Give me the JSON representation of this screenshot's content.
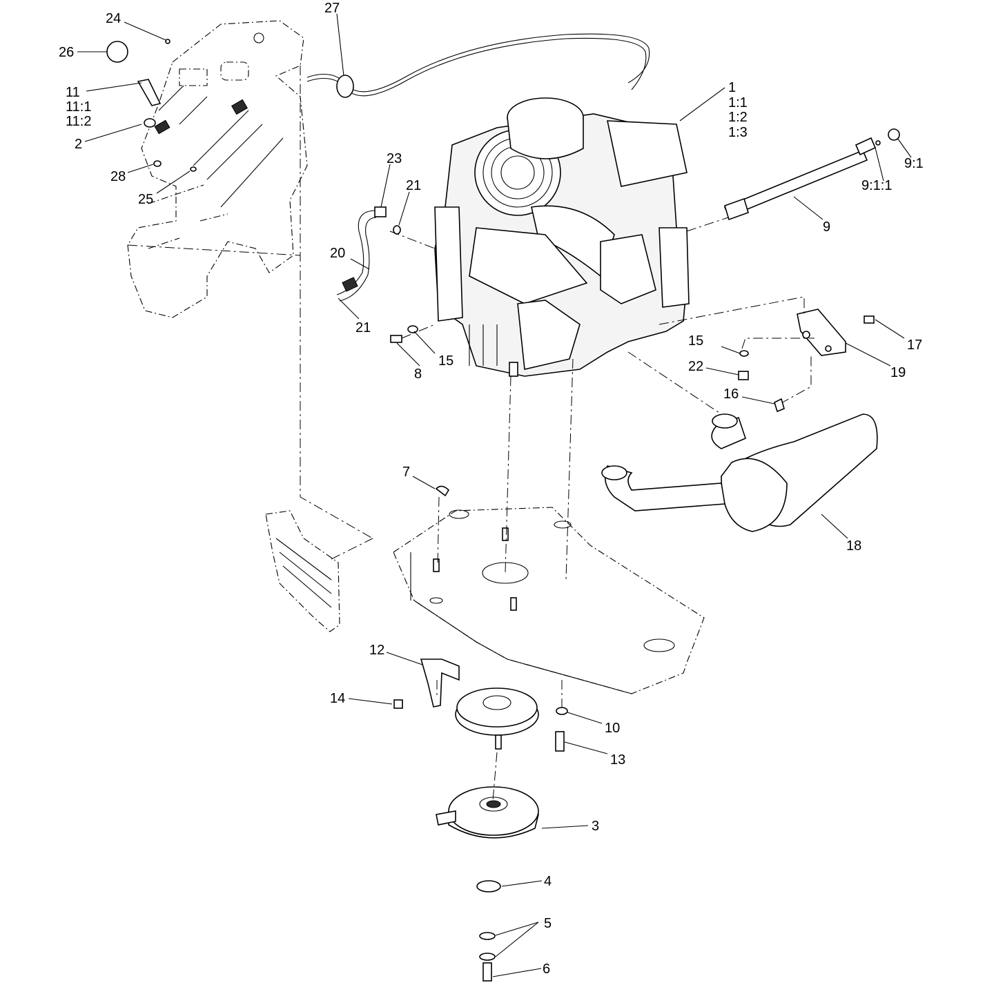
{
  "callouts": [
    {
      "id": "c1",
      "lines": [
        "1",
        "1:1",
        "1:2",
        "1:3"
      ]
    },
    {
      "id": "c2",
      "lines": [
        "2"
      ]
    },
    {
      "id": "c3",
      "lines": [
        "3"
      ]
    },
    {
      "id": "c4",
      "lines": [
        "4"
      ]
    },
    {
      "id": "c5",
      "lines": [
        "5"
      ]
    },
    {
      "id": "c6",
      "lines": [
        "6"
      ]
    },
    {
      "id": "c7",
      "lines": [
        "7"
      ]
    },
    {
      "id": "c8",
      "lines": [
        "8"
      ]
    },
    {
      "id": "c9",
      "lines": [
        "9"
      ]
    },
    {
      "id": "c9_1",
      "lines": [
        "9:1"
      ]
    },
    {
      "id": "c9_1_1",
      "lines": [
        "9:1:1"
      ]
    },
    {
      "id": "c10",
      "lines": [
        "10"
      ]
    },
    {
      "id": "c11",
      "lines": [
        "11",
        "11:1",
        "11:2"
      ]
    },
    {
      "id": "c12",
      "lines": [
        "12"
      ]
    },
    {
      "id": "c13",
      "lines": [
        "13"
      ]
    },
    {
      "id": "c14",
      "lines": [
        "14"
      ]
    },
    {
      "id": "c15a",
      "lines": [
        "15"
      ]
    },
    {
      "id": "c15b",
      "lines": [
        "15"
      ]
    },
    {
      "id": "c16",
      "lines": [
        "16"
      ]
    },
    {
      "id": "c17",
      "lines": [
        "17"
      ]
    },
    {
      "id": "c18",
      "lines": [
        "18"
      ]
    },
    {
      "id": "c19",
      "lines": [
        "19"
      ]
    },
    {
      "id": "c20",
      "lines": [
        "20"
      ]
    },
    {
      "id": "c21a",
      "lines": [
        "21"
      ]
    },
    {
      "id": "c21b",
      "lines": [
        "21"
      ]
    },
    {
      "id": "c22",
      "lines": [
        "22"
      ]
    },
    {
      "id": "c23",
      "lines": [
        "23"
      ]
    },
    {
      "id": "c24",
      "lines": [
        "24"
      ]
    },
    {
      "id": "c25",
      "lines": [
        "25"
      ]
    },
    {
      "id": "c26",
      "lines": [
        "26"
      ]
    },
    {
      "id": "c27",
      "lines": [
        "27"
      ]
    },
    {
      "id": "c28",
      "lines": [
        "28"
      ]
    }
  ]
}
